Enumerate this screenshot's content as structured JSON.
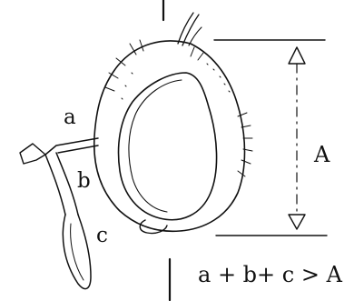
{
  "labels": {
    "a": "a",
    "b": "b",
    "c": "c",
    "height": "A"
  },
  "formula": "a + b+ c > A",
  "colors": {
    "ink": "#111111",
    "background": "#ffffff"
  }
}
